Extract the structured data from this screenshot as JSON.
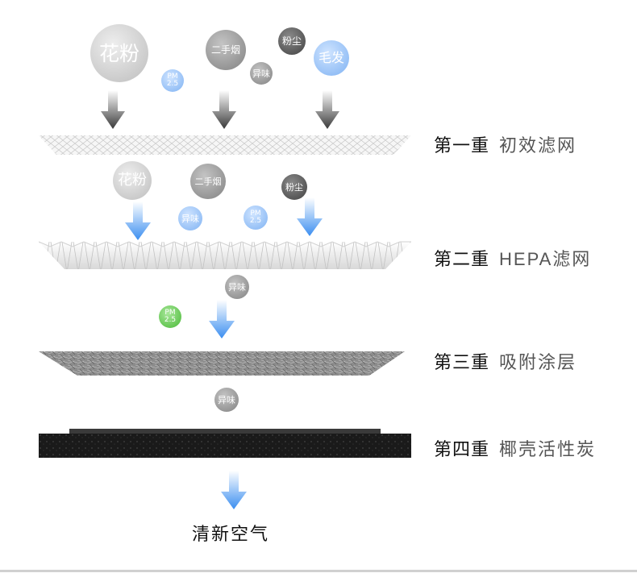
{
  "pollutants": {
    "pollen": "花粉",
    "smoke": "二手烟",
    "dust": "粉尘",
    "hair": "毛发",
    "odor": "异味",
    "pm_top": "PM",
    "pm_bottom": "2.5"
  },
  "layers": [
    {
      "order": "第一重",
      "name": "初效滤网"
    },
    {
      "order": "第二重",
      "name": "HEPA滤网"
    },
    {
      "order": "第三重",
      "name": "吸附涂层"
    },
    {
      "order": "第四重",
      "name": "椰壳活性炭"
    }
  ],
  "result": "清新空气",
  "colors": {
    "arrow_dark": "#4a4a4a",
    "arrow_blue": "#3b8ef0",
    "bubble_blue": "#8fbcf5",
    "bubble_green": "#5cc24a"
  }
}
